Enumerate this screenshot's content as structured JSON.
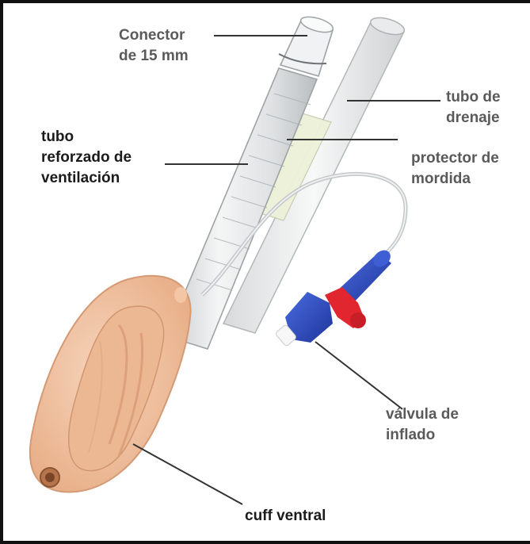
{
  "labels": {
    "conector": "Conector\nde 15 mm",
    "tubo_drenaje": "tubo de\ndrenaje",
    "tubo_reforzado": "tubo\nreforzado de\nventilación",
    "protector": "protector de\nmordida",
    "valvula": "válvula de\ninflado",
    "cuff": "cuff ventral"
  },
  "colors": {
    "border": "#111111",
    "label_dark": "#1b1b1b",
    "label_grey": "#5a5a5a",
    "cuff": "#f2c3a2",
    "valve_blue": "#2f4fc8",
    "valve_red": "#e2262f"
  }
}
